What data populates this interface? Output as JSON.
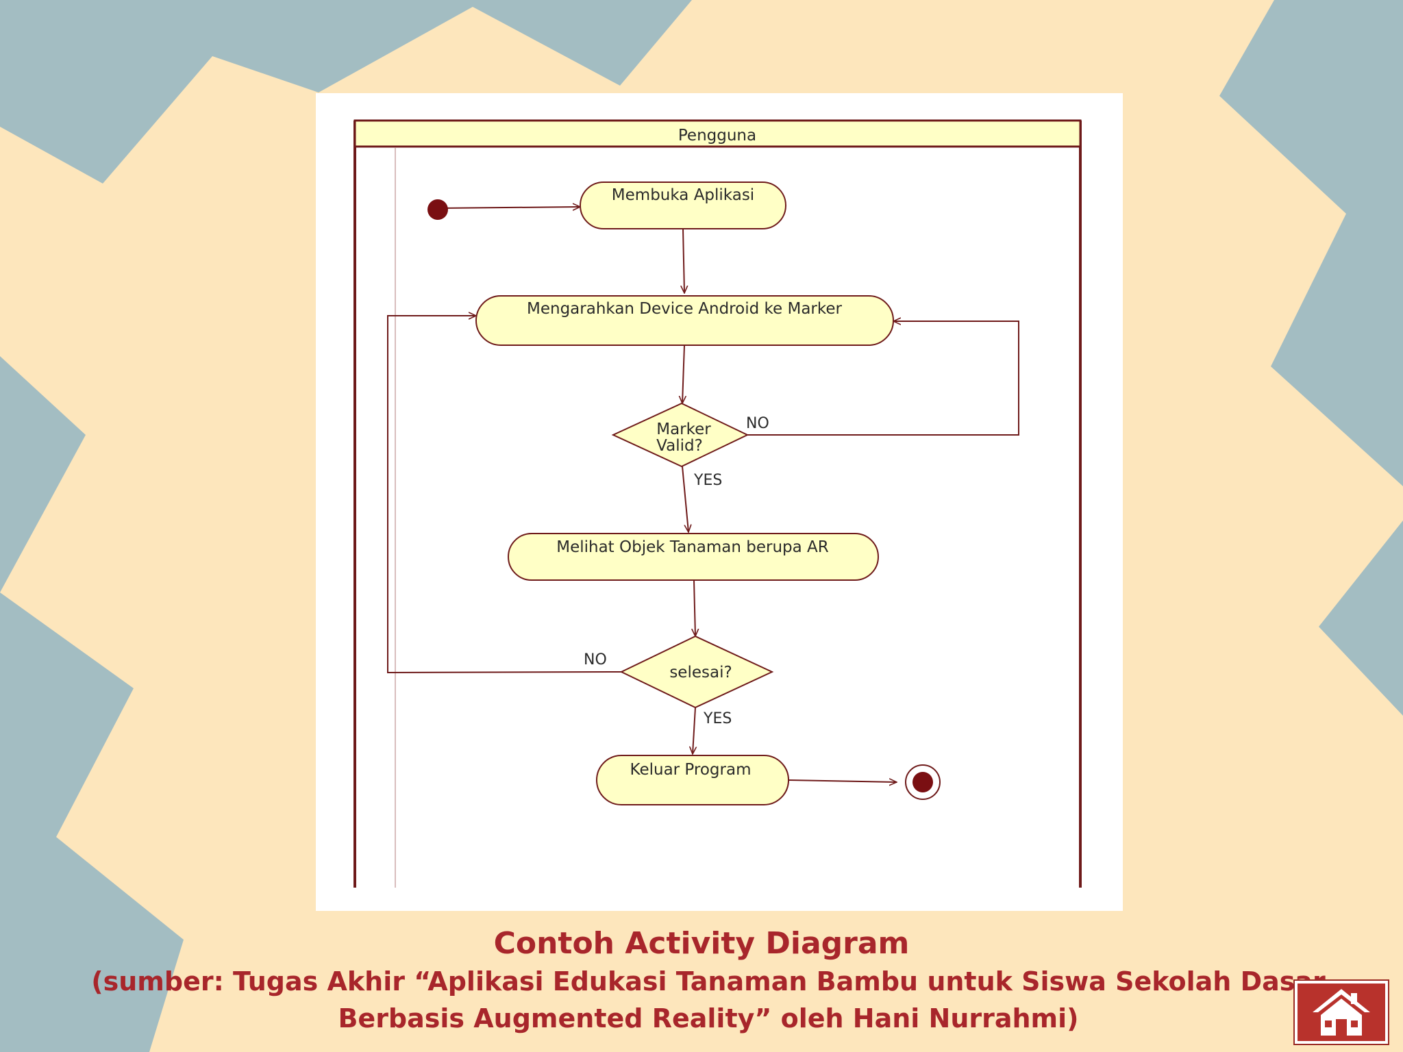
{
  "colors": {
    "background": "#fde6bc",
    "shape": "#a3bdc2",
    "node_fill": "#ffffc6",
    "stroke": "#6e1a1a",
    "caption": "#a8262b",
    "home_button": "#b8322c"
  },
  "diagram": {
    "swimlane": "Pengguna",
    "nodes": {
      "open_app": "Membuka Aplikasi",
      "point_device": "Mengarahkan Device Android ke Marker",
      "marker_valid_line1": "Marker",
      "marker_valid_line2": "Valid?",
      "view_ar": "Melihat Objek Tanaman berupa AR",
      "done": "selesai?",
      "exit": "Keluar Program"
    },
    "guards": {
      "marker_no": "NO",
      "marker_yes": "YES",
      "done_no": "NO",
      "done_yes": "YES"
    }
  },
  "caption": {
    "title": "Contoh Activity Diagram",
    "source": "(sumber: Tugas Akhir “Aplikasi Edukasi Tanaman Bambu untuk Siswa Sekolah Dasar\nBerbasis Augmented Reality” oleh Hani Nurrahmi)"
  },
  "icons": {
    "home": "home-icon"
  }
}
